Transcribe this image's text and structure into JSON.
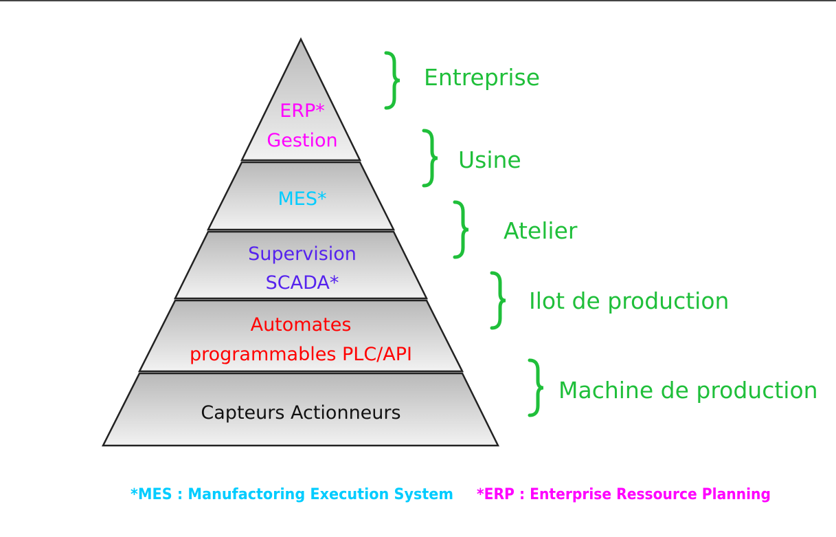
{
  "pyramid": {
    "layers": [
      {
        "lines": [
          "ERP*",
          "Gestion"
        ],
        "color": "#ff00ff"
      },
      {
        "lines": [
          "MES*"
        ],
        "color": "#00ccff"
      },
      {
        "lines": [
          "Supervision",
          "SCADA*"
        ],
        "color": "#5522ee"
      },
      {
        "lines": [
          "Automates",
          "programmables PLC/API"
        ],
        "color": "#ff0000"
      },
      {
        "lines": [
          "Capteurs Actionneurs"
        ],
        "color": "#111111"
      }
    ]
  },
  "levels": [
    "Entreprise",
    "Usine",
    "Atelier",
    "Ilot de production",
    "Machine de production"
  ],
  "level_color": "#1fbf3a",
  "footnotes": {
    "mes": "*MES : Manufactoring Execution System",
    "erp": "*ERP : Enterprise Ressource Planning"
  }
}
